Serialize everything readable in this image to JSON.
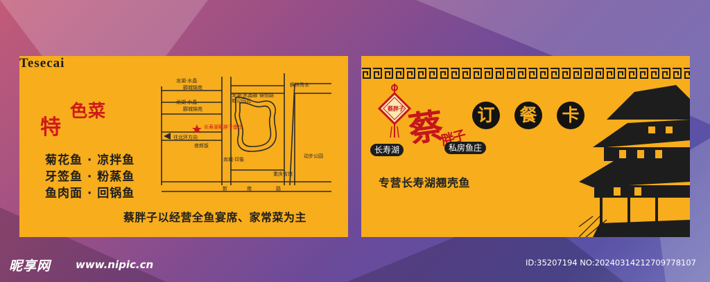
{
  "left_card": {
    "te_char": "特",
    "secai_text": "色菜",
    "tesecai_text": "Tesecai",
    "dish_lines": [
      "菊花鱼 · 凉拌鱼",
      "牙签鱼 · 粉蒸鱼",
      "鱼肉面 · 回锅鱼"
    ],
    "slogan": "蔡胖子以经营全鱼宴席、家常菜为主",
    "map": {
      "labels": [
        "龙湖·水晶",
        "郦城锦苑",
        "龙湖·水晶",
        "郦城锦苑",
        "龙湖·水晶郦",
        "城公园北",
        "锦悦路",
        "枫林秀水",
        "长寿湖蔡胖子鱼庄",
        "往北环方向",
        "夜郎饭",
        "尚城·印象",
        "重庆省馆",
        "动步公园",
        "新",
        "南",
        "路"
      ]
    }
  },
  "right_card": {
    "order_chars": [
      "订",
      "餐",
      "卡"
    ],
    "cai_char": "蔡",
    "pangzi_text": "胖子",
    "lantern_text": "蔡胖子",
    "left_pill": "长寿湖",
    "right_pill": "私房鱼庄",
    "specialty": "专营长寿湖翘壳鱼"
  },
  "watermark": {
    "logo": "昵享网",
    "url": "www.nipic.cn",
    "id_text": "ID:35207194 NO:20240314212709778107"
  },
  "colors": {
    "card_yellow": "#f7ad1c",
    "title_red": "#d0181a",
    "ink_black": "#1e1e1e"
  }
}
